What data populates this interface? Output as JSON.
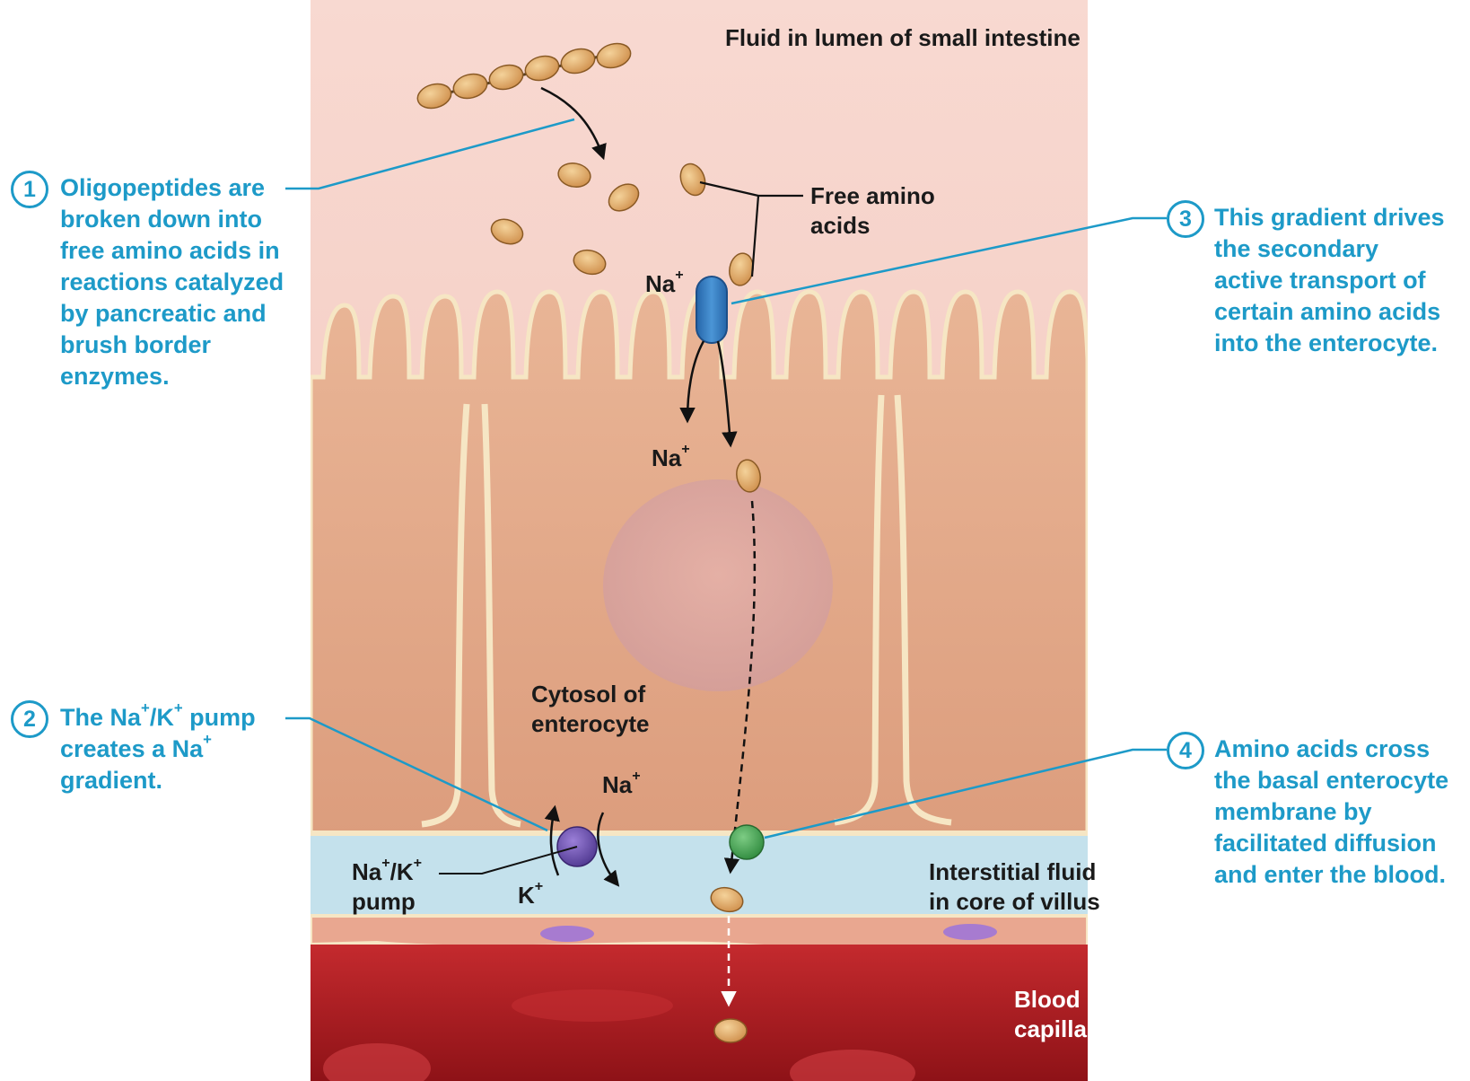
{
  "colors": {
    "accent": "#1d9ac8",
    "lumen": "#f6d1c9",
    "cell": "#e6a989",
    "interstitial": "#c4e1ec",
    "blood": "#b51c25",
    "amino_acid": "#e2ac6a",
    "na_transporter": "#2e78c0",
    "na_k_pump": "#6b4eb0",
    "aa_carrier": "#3e9a4c"
  },
  "labels": {
    "lumen": "Fluid in lumen of small intestine",
    "free_amino": [
      "Free amino",
      "acids"
    ],
    "na_top": "Na",
    "na_inside": "Na",
    "cytosol": [
      "Cytosol of",
      "enterocyte"
    ],
    "na_pump_out": "Na",
    "k_in": "K",
    "pump": [
      "Na",
      "/K",
      "pump"
    ],
    "interstitial": [
      "Interstitial fluid",
      "in core of villus"
    ],
    "blood": [
      "Blood in",
      "capillary"
    ],
    "plus": "+"
  },
  "steps": [
    {
      "number": "1",
      "lines": [
        "Oligopeptides are",
        "broken down into",
        "free amino acids in",
        "reactions catalyzed",
        "by pancreatic and",
        "brush border",
        "enzymes."
      ]
    },
    {
      "number": "2",
      "lines": [
        "The Na",
        "/K",
        " pump",
        "creates a Na",
        "gradient."
      ]
    },
    {
      "number": "3",
      "lines": [
        "This gradient drives",
        "the secondary",
        "active transport of",
        "certain amino acids",
        "into the enterocyte."
      ]
    },
    {
      "number": "4",
      "lines": [
        "Amino acids cross",
        "the basal enterocyte",
        "membrane by",
        "facilitated diffusion",
        "and enter the blood."
      ]
    }
  ],
  "icons": {
    "oligopeptide": "bead-chain-icon",
    "amino_acid": "amino-acid-icon",
    "na_transporter": "symporter-icon",
    "pump": "na-k-pump-icon",
    "carrier": "carrier-protein-icon",
    "nucleus": "nucleus-icon"
  }
}
